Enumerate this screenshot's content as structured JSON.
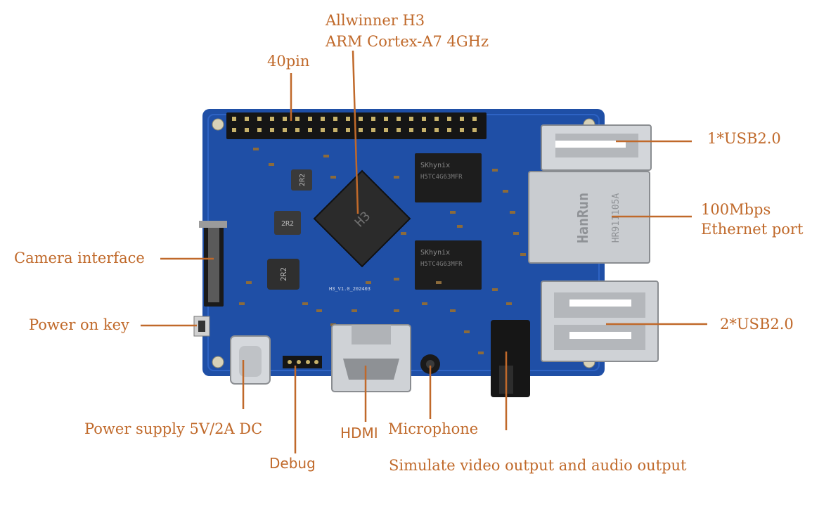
{
  "labels": {
    "soc_line1": "Allwinner H3",
    "soc_line2": "ARM Cortex-A7 4GHz",
    "pin40": "40pin",
    "usb_single": "1*USB2.0",
    "ethernet_line1": "100Mbps",
    "ethernet_line2": "Ethernet port",
    "camera": "Camera interface",
    "power_key": "Power on key",
    "usb_dual": "2*USB2.0",
    "power_supply": "Power supply 5V/2A DC",
    "hdmi": "HDMI",
    "microphone": "Microphone",
    "debug": "Debug",
    "av_out": "Simulate video output and audio output"
  },
  "board": {
    "soc_marking": "H3",
    "ram_top_marking": "SKhynix",
    "ram_top_part": "H5TC4G63MFR",
    "ram_bottom_marking": "SKhynix",
    "ram_bottom_part": "H5TC4G63MFR",
    "eth_brand": "HanRun",
    "eth_part": "HR911105A",
    "inductor1": "2R2",
    "inductor2": "2R2",
    "inductor3": "2R2",
    "board_rev": "H3_V1.0_202403"
  },
  "colors": {
    "label": "#c0692a",
    "leader": "#c0692a",
    "pcb": "#1f4fa6",
    "chip": "#2b2b2b",
    "metal": "#c9ccd0"
  }
}
